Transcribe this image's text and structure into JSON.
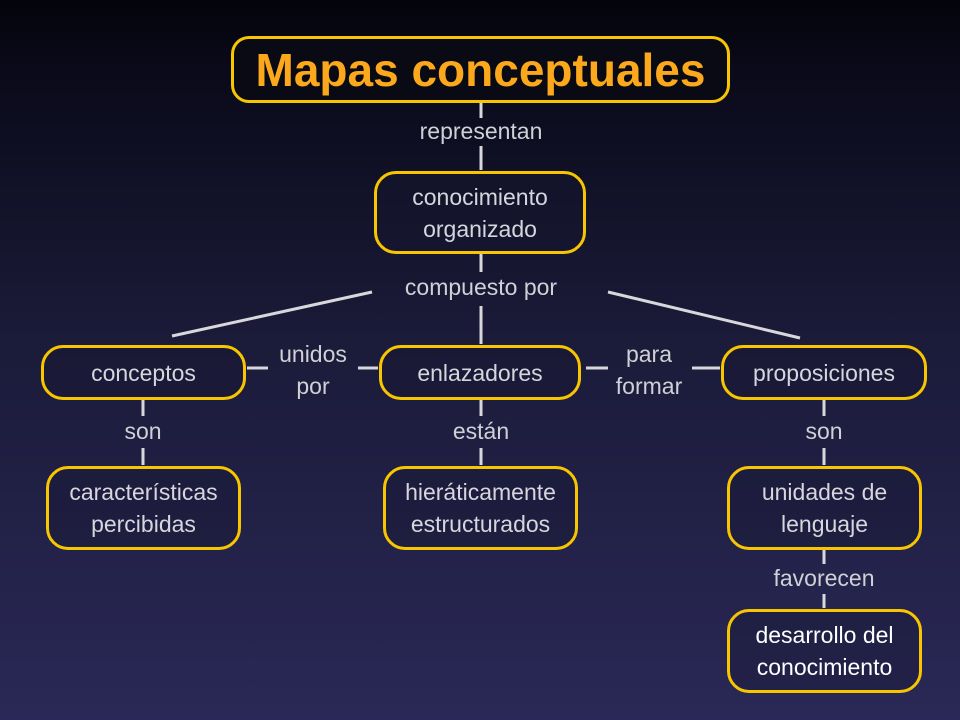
{
  "title": "Mapas conceptuales",
  "nodes": {
    "conocimiento": [
      "conocimiento",
      "organizado"
    ],
    "conceptos": "conceptos",
    "enlazadores": "enlazadores",
    "proposiciones": "proposiciones",
    "caracteristicas": [
      "características",
      "percibidas"
    ],
    "hieraticamente": [
      "hieráticamente",
      "estructurados"
    ],
    "unidades": [
      "unidades de",
      "lenguaje"
    ],
    "desarrollo": [
      "desarrollo del",
      "conocimiento"
    ]
  },
  "links": {
    "representan": "representan",
    "compuesto_por": "compuesto por",
    "unidos_por": [
      "unidos",
      "por"
    ],
    "para_formar": [
      "para",
      "formar"
    ],
    "son_left": "son",
    "estan": "están",
    "son_right": "son",
    "favorecen": "favorecen"
  },
  "colors": {
    "border": "#f7c600",
    "title": "#fba81c",
    "text": "#d6d6dc",
    "line": "#d8d8dc"
  }
}
